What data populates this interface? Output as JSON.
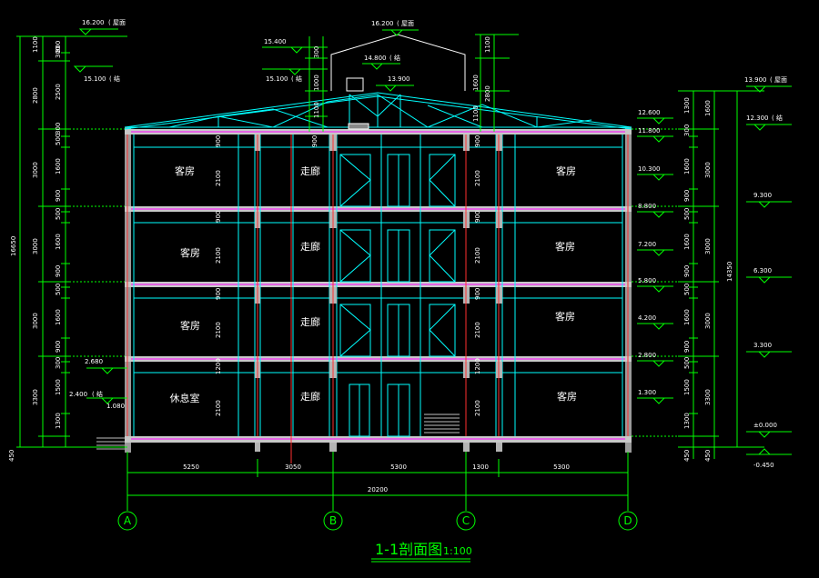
{
  "colors": {
    "background": "#000000",
    "structure": "#c8c8c8",
    "slab": "#d0d0d0",
    "cyan": "#00ffff",
    "green": "#00ff00",
    "red": "#ff0000",
    "magenta": "#ff00ff",
    "white": "#ffffff"
  },
  "title": {
    "main": "1-1剖面图",
    "scale": "1:100"
  },
  "top_elevations": [
    {
      "value": "16.200",
      "note": "( 屋面"
    },
    {
      "value": "16.200",
      "note": "( 屋面"
    }
  ],
  "left_elevations": [
    {
      "value": "15.100",
      "note": "( 结"
    },
    {
      "value": "2.680",
      "note": ""
    },
    {
      "value": "2.400",
      "note": "( 结"
    },
    {
      "value": "1.080",
      "note": ""
    }
  ],
  "center_elevations": [
    {
      "value": "15.400",
      "note": ""
    },
    {
      "value": "15.100",
      "note": "( 结"
    },
    {
      "value": "14.800",
      "note": "( 结"
    },
    {
      "value": "13.900",
      "note": ""
    }
  ],
  "right_elevations": [
    {
      "value": "13.900",
      "note": "( 屋面"
    },
    {
      "value": "12.300",
      "note": "( 结"
    },
    {
      "value": "9.300",
      "note": ""
    },
    {
      "value": "6.300",
      "note": ""
    },
    {
      "value": "3.300",
      "note": ""
    },
    {
      "value": "±0.000",
      "note": ""
    },
    {
      "value": "-0.450",
      "note": ""
    }
  ],
  "inner_right_elevations": [
    "12.600",
    "11.800",
    "10.300",
    "8.800",
    "7.200",
    "5.800",
    "4.200",
    "2.800",
    "1.300"
  ],
  "left_dims_outer": [
    "1100",
    "2800",
    "3000",
    "3000",
    "3000",
    "3300",
    "450"
  ],
  "left_dims_inner": [
    "300",
    "800",
    "2500",
    "300",
    "500",
    "1600",
    "900",
    "500",
    "1600",
    "900",
    "500",
    "1600",
    "900",
    "300",
    "1500",
    "1300"
  ],
  "left_total": "16650",
  "right_total": "14350",
  "right_dims_outer": [
    "1600",
    "3000",
    "3000",
    "3000",
    "3300",
    "450"
  ],
  "right_dims_inner": [
    "1300",
    "300",
    "1600",
    "900",
    "500",
    "1600",
    "900",
    "500",
    "1600",
    "900",
    "500",
    "1500",
    "1300",
    "450"
  ],
  "center_dims": [
    "1100",
    "1600",
    "2800",
    "1100",
    "1000",
    "300"
  ],
  "bottom_dims": [
    "5250",
    "3050",
    "5300",
    "1300",
    "5300"
  ],
  "bottom_total": "20200",
  "axes": [
    "A",
    "B",
    "C",
    "D"
  ],
  "wall_dims": [
    "900",
    "2100",
    "900",
    "2100",
    "900",
    "2100",
    "1200",
    "2100"
  ],
  "rooms": [
    {
      "left": "客房",
      "mid": "走廊",
      "right": "客房"
    },
    {
      "left": "客房",
      "mid": "走廊",
      "right": "客房"
    },
    {
      "left": "客房",
      "mid": "走廊",
      "right": "客房"
    },
    {
      "left": "休息室",
      "mid": "走廊",
      "right": "客房"
    }
  ]
}
